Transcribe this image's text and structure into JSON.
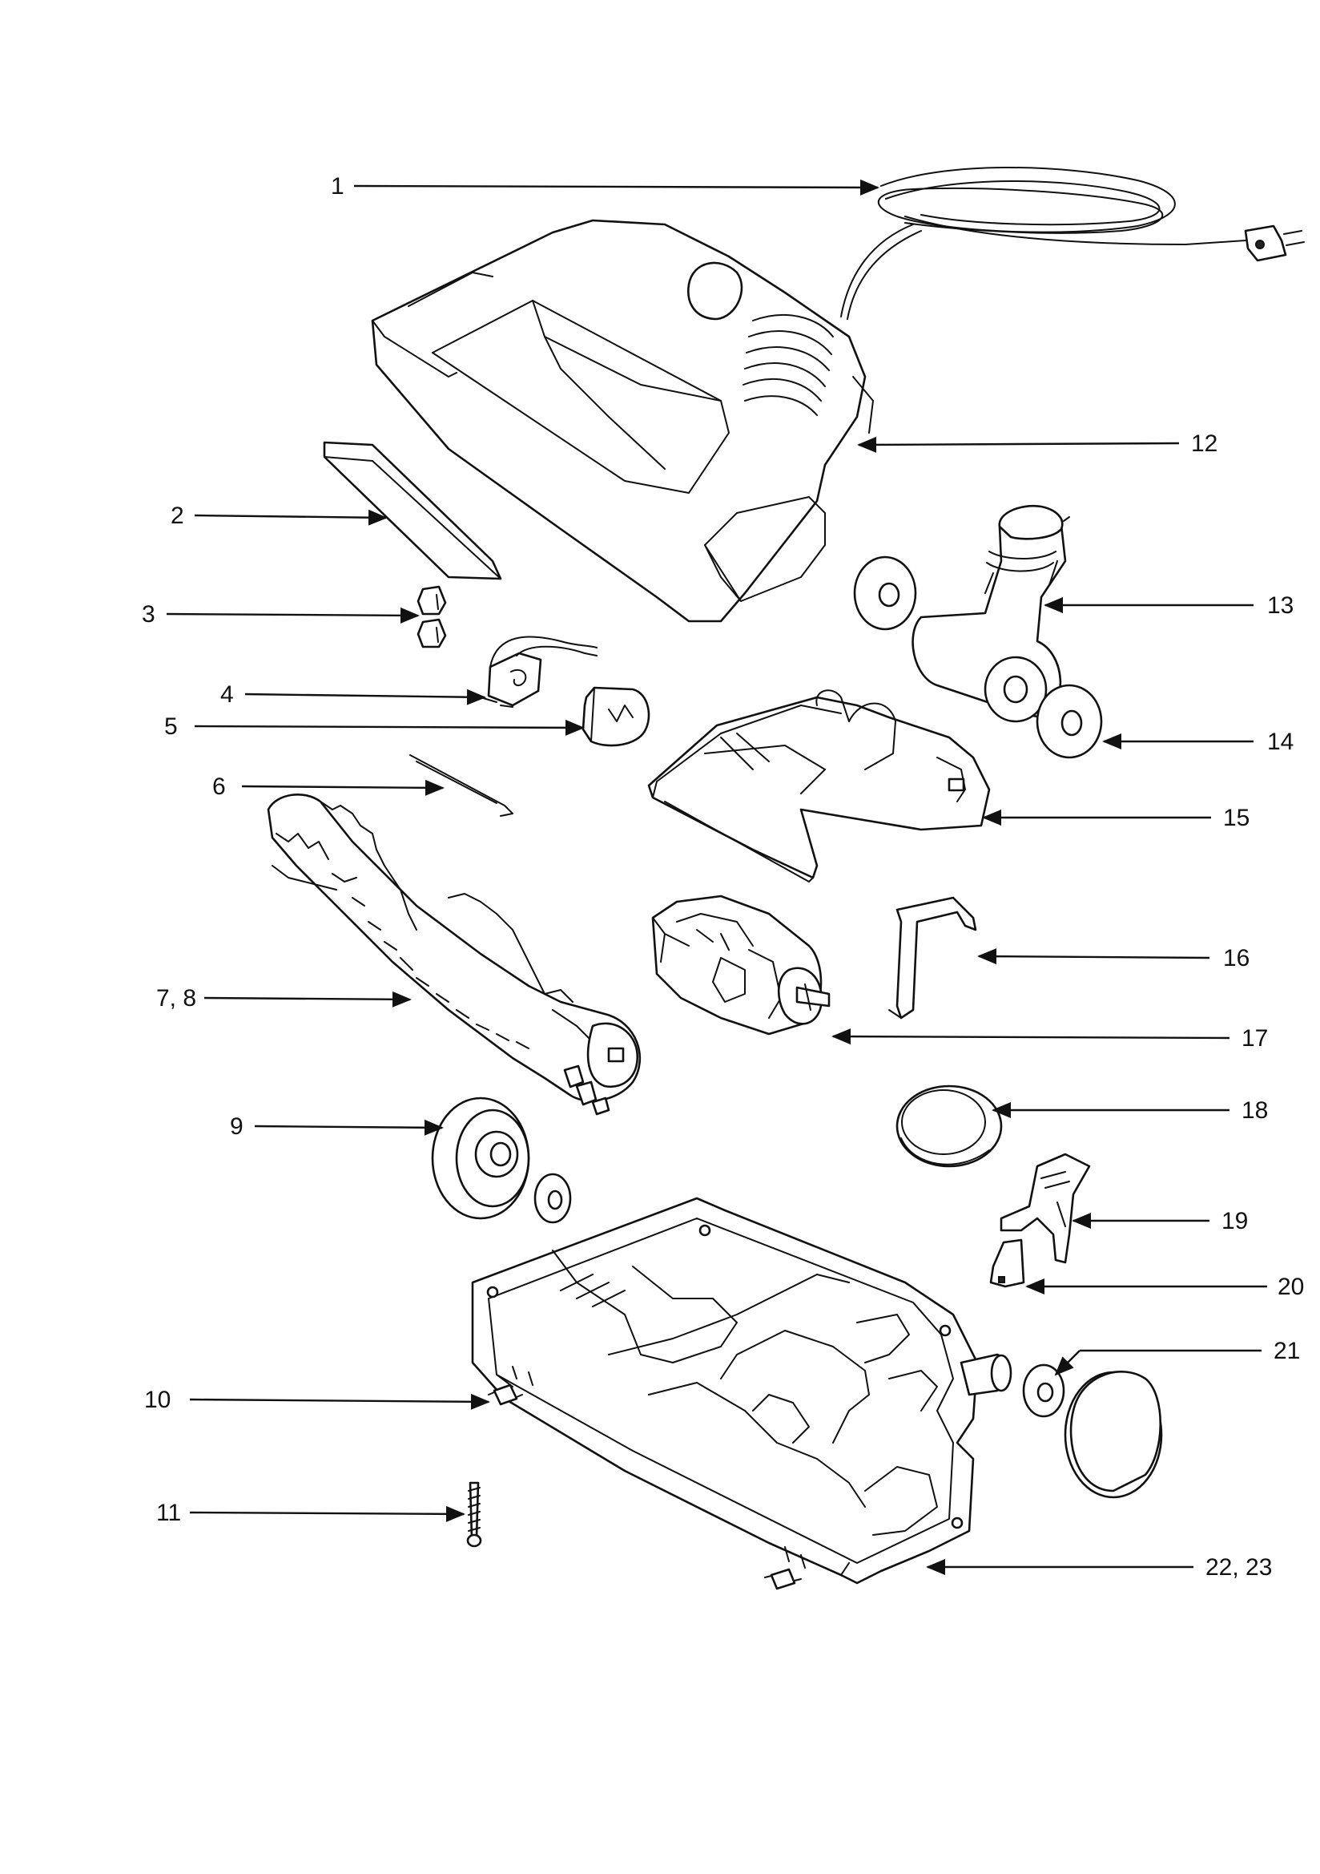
{
  "callouts": [
    {
      "label": "1"
    },
    {
      "label": "2"
    },
    {
      "label": "3"
    },
    {
      "label": "4"
    },
    {
      "label": "5"
    },
    {
      "label": "6"
    },
    {
      "label": "7, 8"
    },
    {
      "label": "9"
    },
    {
      "label": "10"
    },
    {
      "label": "11"
    },
    {
      "label": "12"
    },
    {
      "label": "13"
    },
    {
      "label": "14"
    },
    {
      "label": "15"
    },
    {
      "label": "16"
    },
    {
      "label": "17"
    },
    {
      "label": "18"
    },
    {
      "label": "19"
    },
    {
      "label": "20"
    },
    {
      "label": "21"
    },
    {
      "label": "22, 23"
    }
  ],
  "colors": {
    "ink": "#111111",
    "paper": "#ffffff"
  }
}
